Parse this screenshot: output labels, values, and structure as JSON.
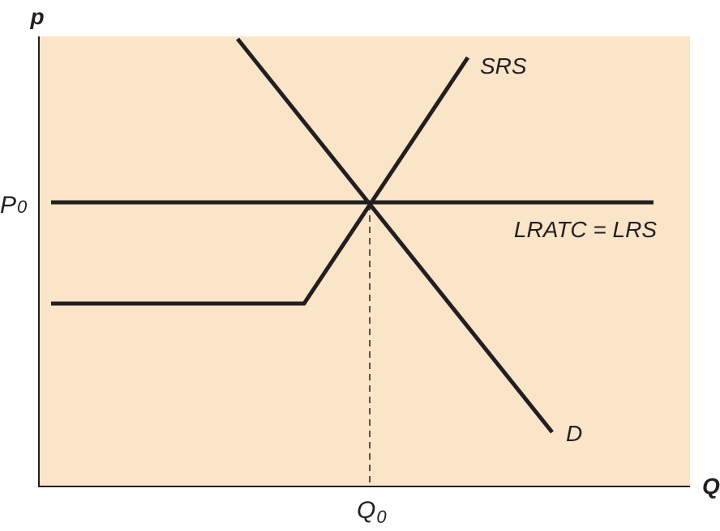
{
  "axes": {
    "y_label": "p",
    "x_label": "Q"
  },
  "markers": {
    "price": {
      "main": "P",
      "sub": "0"
    },
    "quantity": {
      "main": "Q",
      "sub": "0"
    }
  },
  "curves": {
    "srs": "SRS",
    "demand": "D",
    "long_run": "LRATC = LRS"
  },
  "colors": {
    "plot_background": "#fbe5c8",
    "ink": "#231f20"
  }
}
